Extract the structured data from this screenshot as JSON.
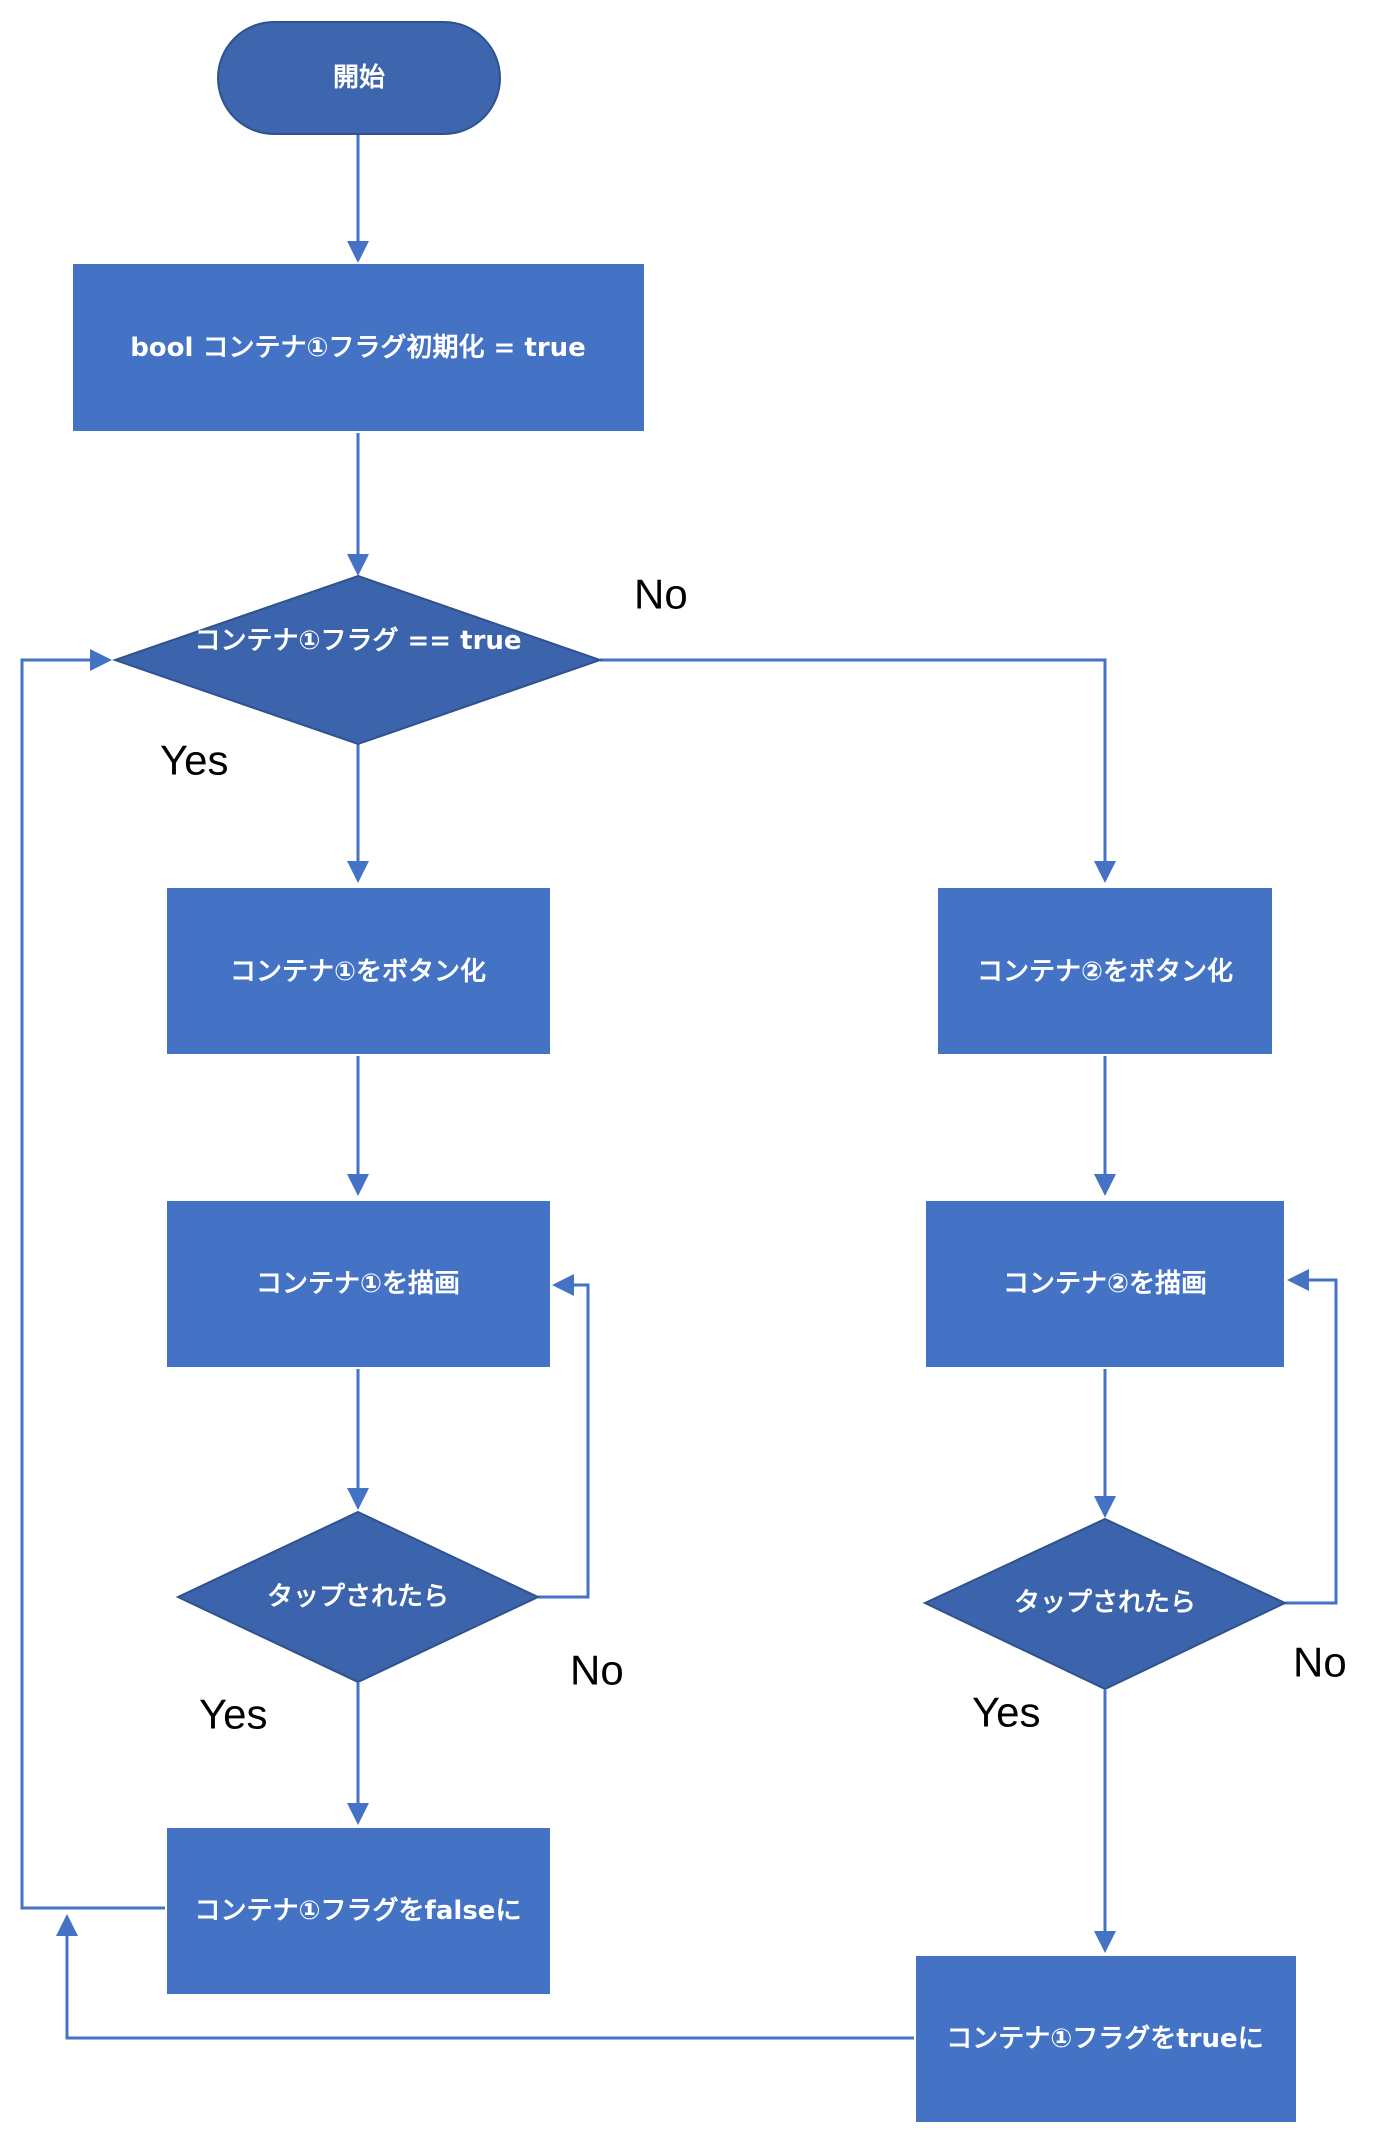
{
  "colors": {
    "process_fill": "#4472c4",
    "decision_fill": "#3c64ad",
    "connector": "#4472c4",
    "node_text": "#ffffff",
    "branch_text": "#000000"
  },
  "nodes": {
    "start": "開始",
    "init_flag": "bool コンテナ①フラグ初期化 = true",
    "check_flag": "コンテナ①フラグ == true",
    "container1_button": "コンテナ①をボタン化",
    "container2_button": "コンテナ②をボタン化",
    "container1_draw": "コンテナ①を描画",
    "container2_draw": "コンテナ②を描画",
    "tap1": "タップされたら",
    "tap2": "タップされたら",
    "set_false": "コンテナ①フラグをfalseに",
    "set_true": "コンテナ①フラグをtrueに"
  },
  "branches": {
    "check_no": "No",
    "check_yes": "Yes",
    "tap1_yes": "Yes",
    "tap1_no": "No",
    "tap2_yes": "Yes",
    "tap2_no": "No"
  }
}
